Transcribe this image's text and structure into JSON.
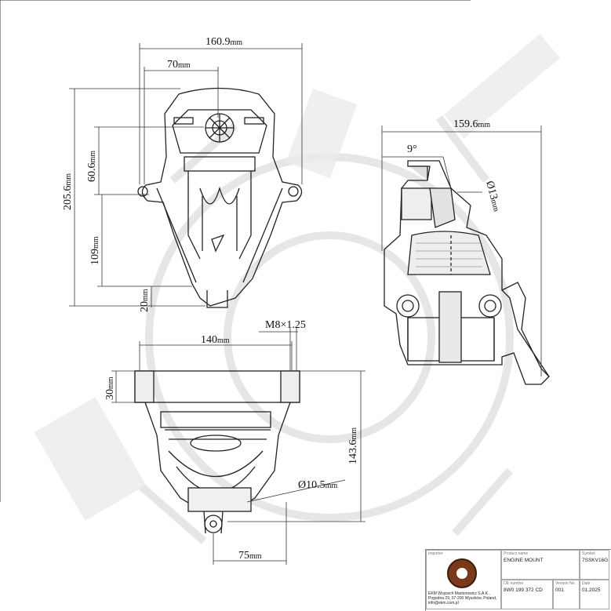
{
  "dimensions": {
    "top_width": {
      "value": "160.9",
      "unit": "mm"
    },
    "top_inner": {
      "value": "70",
      "unit": "mm"
    },
    "height_total": {
      "value": "205.6",
      "unit": "mm"
    },
    "height_upper": {
      "value": "60.6",
      "unit": "mm"
    },
    "height_mid": {
      "value": "109",
      "unit": "mm"
    },
    "height_low": {
      "value": "20",
      "unit": "mm"
    },
    "side_width": {
      "value": "159.6",
      "unit": "mm"
    },
    "angle": {
      "value": "9°"
    },
    "side_dia": {
      "value": "Ø13",
      "unit": "mm"
    },
    "thread": {
      "value": "M8×1.25"
    },
    "bottom_width": {
      "value": "140",
      "unit": "mm"
    },
    "bottom_depth": {
      "value": "30",
      "unit": "mm"
    },
    "bottom_height": {
      "value": "143.6",
      "unit": "mm"
    },
    "hole_dia": {
      "value": "Ø10.5",
      "unit": "mm"
    },
    "bottom_span": {
      "value": "75",
      "unit": "mm"
    }
  },
  "title_block": {
    "company_label": "Importer",
    "company_text": "EKM Wojciech Mantorowicz S.A.K., Pogodna 29, 07-200 Wyszków, Poland, info@ekm.com.pl",
    "product_label": "Product name",
    "product_value": "ENGINE MOUNT",
    "symbol_label": "Symbol",
    "symbol_value": "7SSKV16G",
    "oe_label": "OE number",
    "oe_value": "8W0 199 372 CD",
    "version_label": "Version No.",
    "version_value": "001",
    "date_label": "Date",
    "date_value": "01.2025"
  }
}
